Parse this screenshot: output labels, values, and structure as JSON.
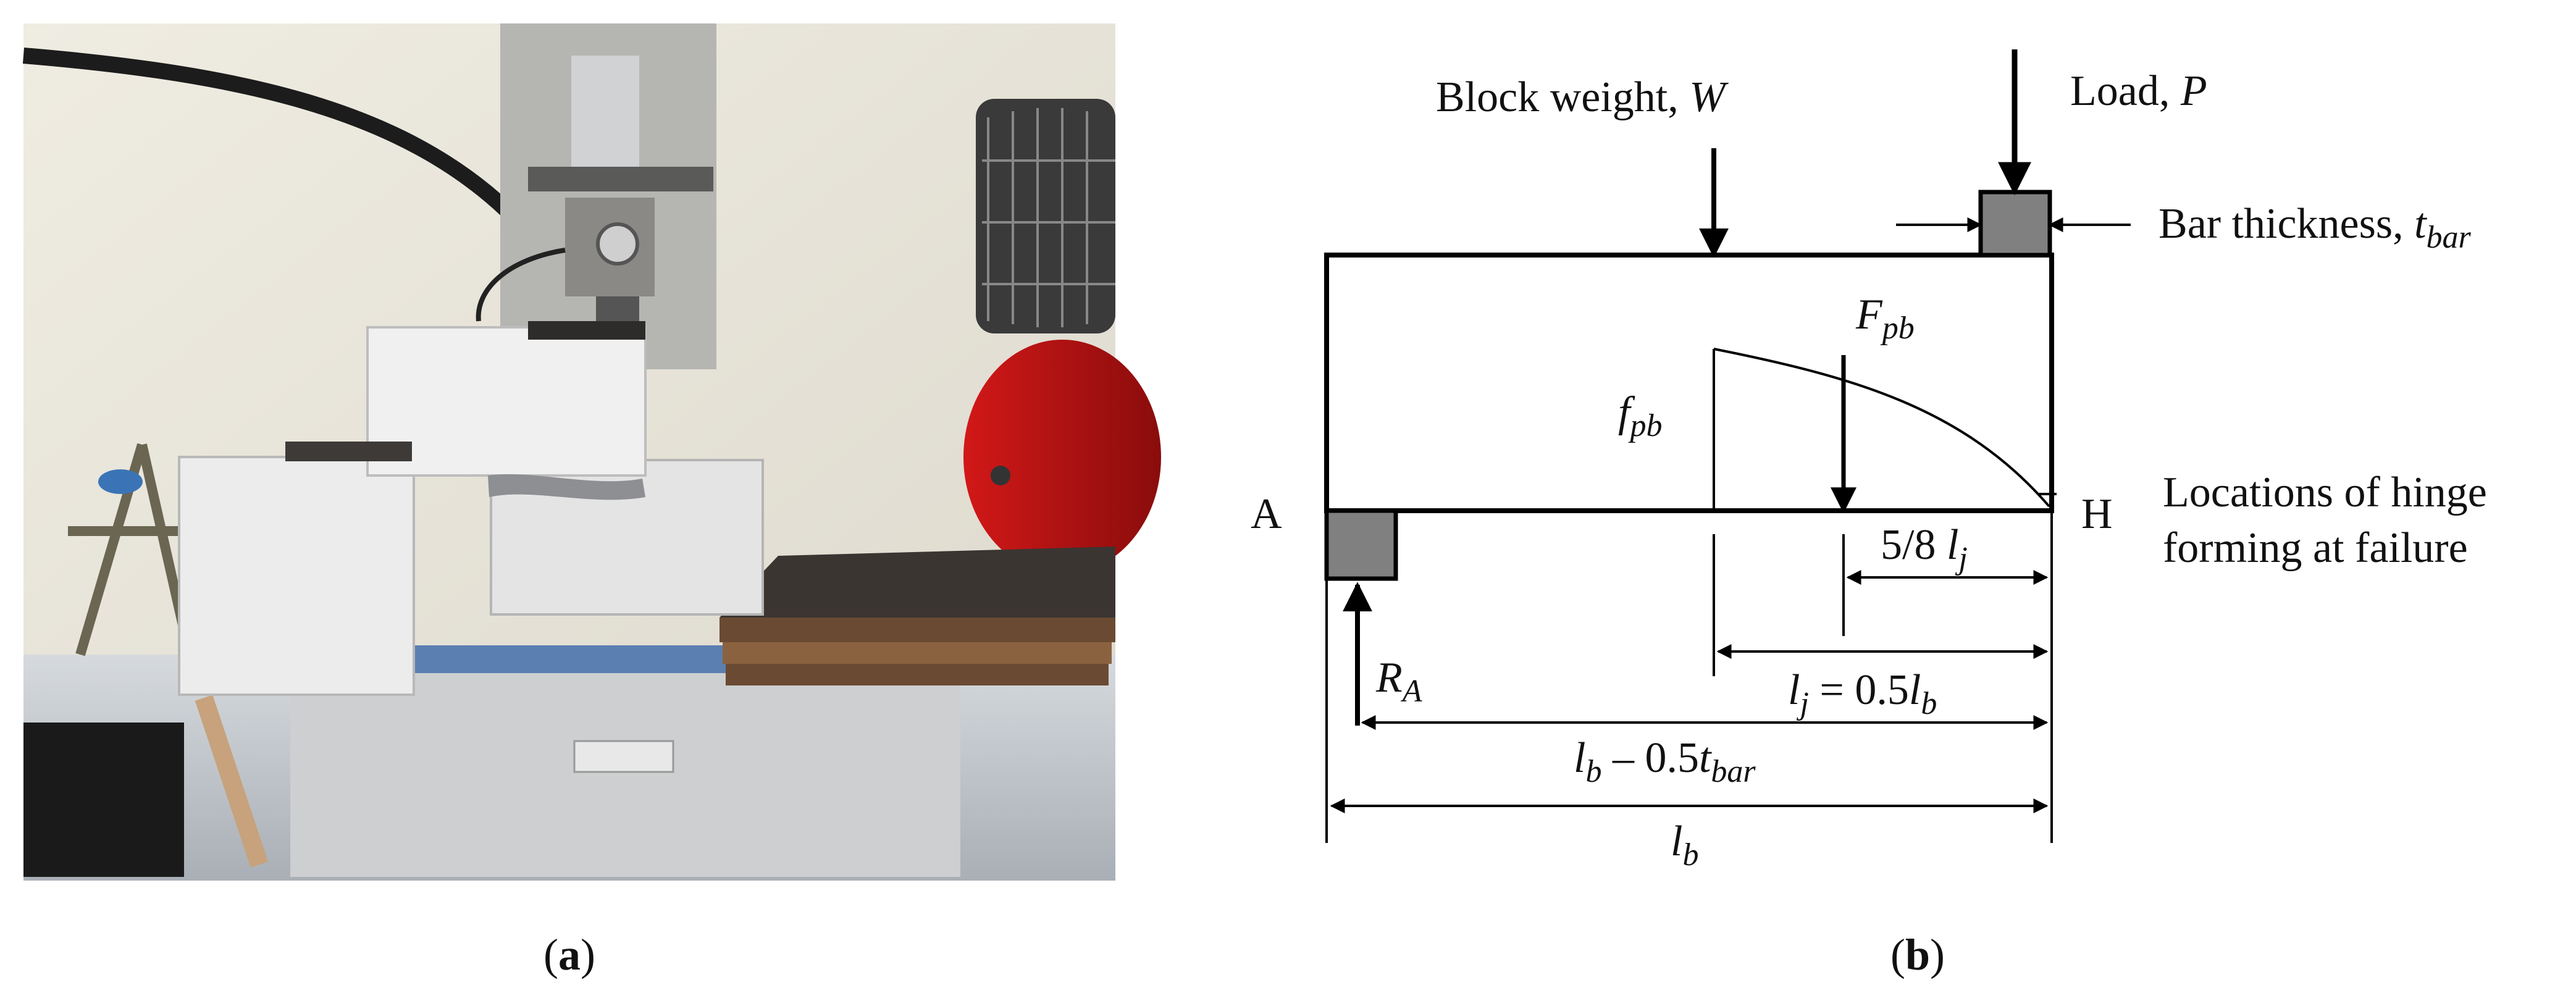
{
  "panel_a": {
    "caption_open": "(",
    "caption_letter": "a",
    "caption_close": ")",
    "photo_description": ""
  },
  "panel_b": {
    "caption_open": "(",
    "caption_letter": "b",
    "caption_close": ")",
    "block_weight_label": "Block weight, ",
    "block_weight_symbol": "W",
    "load_label": "Load, ",
    "load_symbol": "P",
    "bar_thickness_label": "Bar thickness, ",
    "bar_thickness_symbol": "t",
    "bar_thickness_sub": "bar",
    "force_symbol": "F",
    "force_sub": "pb",
    "stress_symbol": "f",
    "stress_sub": "pb",
    "point_a": "A",
    "point_h": "H",
    "hinge_line1": "Locations of hinge",
    "hinge_line2": "forming at failure",
    "dim_58_text": "5/8 ",
    "dim_58_symbol": "l",
    "dim_58_sub": "j",
    "dim_lj_symbol": "l",
    "dim_lj_sub": "j",
    "dim_lj_eq": " = 0.5",
    "dim_lj_lb": "l",
    "dim_lj_lb_sub": "b",
    "reaction_symbol": "R",
    "reaction_sub": "A",
    "dim_lb_minus_symbol": "l",
    "dim_lb_minus_sub": "b",
    "dim_lb_minus_text": " – 0.5",
    "dim_lb_minus_t": "t",
    "dim_lb_minus_t_sub": "bar",
    "dim_lb_symbol": "l",
    "dim_lb_sub": "b"
  },
  "colors": {
    "support_fill": "#808080",
    "line": "#000000",
    "wall": "#e9e7df",
    "block": "#ececec"
  }
}
